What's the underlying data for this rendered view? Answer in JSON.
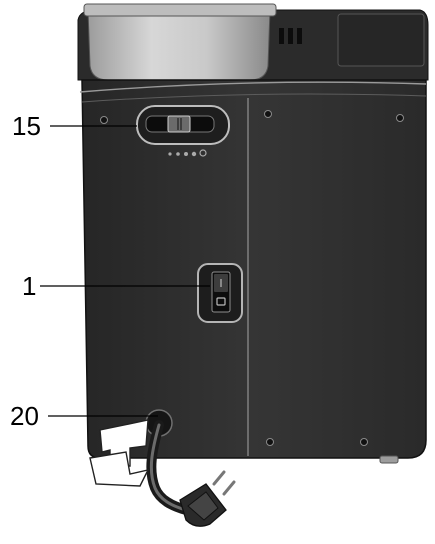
{
  "callouts": [
    {
      "label": "15",
      "part": "grinder-fineness-slider"
    },
    {
      "label": "1",
      "part": "power-switch"
    },
    {
      "label": "20",
      "part": "power-cord"
    }
  ],
  "colors": {
    "body": "#2f2f2f",
    "body_dark": "#1f1f1f",
    "edge_highlight": "#9a9a9a",
    "line": "#000000",
    "tank_light": "#d9d9d9",
    "tank_dark": "#8e8e8e"
  },
  "icons": [
    "screw-icon",
    "power-plug-icon",
    "vent-slot-icon",
    "arrow-icon"
  ]
}
